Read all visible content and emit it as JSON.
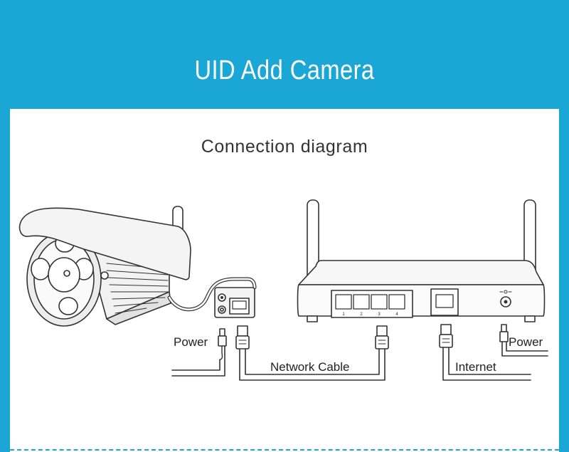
{
  "header": {
    "title": "UID Add Camera"
  },
  "section": {
    "title": "Connection diagram"
  },
  "labels": {
    "power_left": "Power",
    "power_right": "Power",
    "network_cable": "Network Cable",
    "internet": "Internet"
  },
  "router": {
    "ports": [
      "1",
      "2",
      "3",
      "4"
    ]
  },
  "colors": {
    "accent": "#1aa7d6",
    "line": "#333333"
  }
}
